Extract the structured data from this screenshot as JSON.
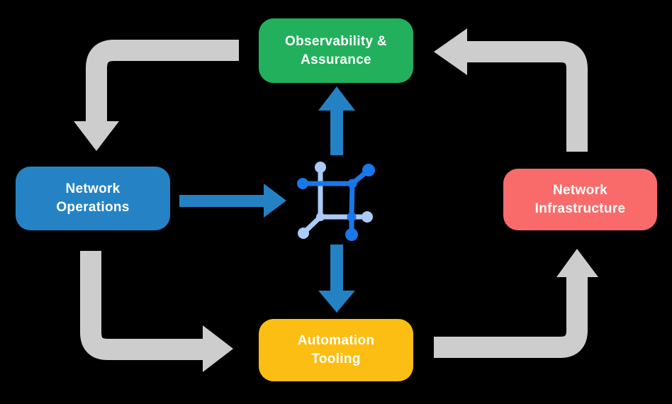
{
  "diagram": {
    "nodes": [
      {
        "id": "observability-assurance",
        "line1": "Observability &",
        "line2": "Assurance",
        "color": "#22B05C"
      },
      {
        "id": "network-operations",
        "line1": "Network",
        "line2": "Operations",
        "color": "#2583C5"
      },
      {
        "id": "network-infrastructure",
        "line1": "Network",
        "line2": "Infrastructure",
        "color": "#F96B6B"
      },
      {
        "id": "automation-tooling",
        "line1": "Automation",
        "line2": "Tooling",
        "color": "#FCBE12"
      }
    ],
    "center_icon": "network-mesh-icon",
    "colors": {
      "background": "#000000",
      "node_text": "#FFFFFF",
      "cycle_arrow": "#CDCDCD",
      "flow_arrow": "#2481C4",
      "icon_dark": "#1878E8",
      "icon_light": "#A9CBF6"
    }
  }
}
